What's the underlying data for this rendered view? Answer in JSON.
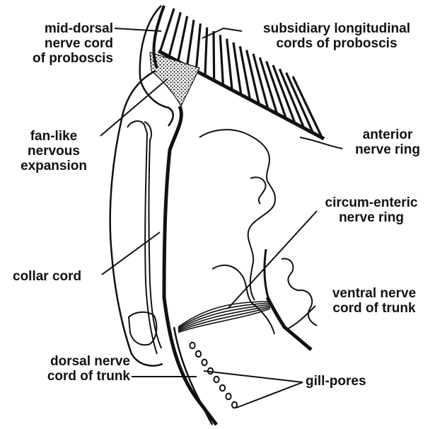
{
  "colors": {
    "ink": "#111111",
    "paper": "#ffffff"
  },
  "labels": {
    "mid_dorsal": "mid-dorsal\nnerve cord\nof proboscis",
    "subsidiary": "subsidiary longitudinal\ncords of proboscis",
    "fan_like": "fan-like\nnervous\nexpansion",
    "anterior_ring": "anterior\nnerve ring",
    "circum_enteric": "circum-enteric\nnerve ring",
    "collar_cord": "collar cord",
    "ventral_cord": "ventral nerve\ncord of trunk",
    "dorsal_cord": "dorsal nerve\ncord of trunk",
    "gill_pores": "gill-pores"
  }
}
